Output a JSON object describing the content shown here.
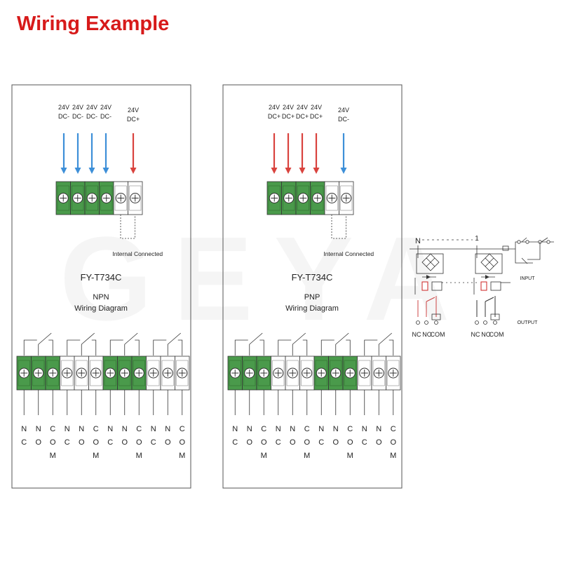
{
  "title": "Wiring Example",
  "watermark": "GEYA",
  "colors": {
    "green": "#4a9a4b",
    "blue": "#3d8fd8",
    "red": "#d9433e",
    "title": "#d71a1a"
  },
  "panels": [
    {
      "model": "FY-T734C",
      "type": "NPN",
      "subtitle": "Wiring Diagram",
      "internal": "Internal Connected",
      "inputs": [
        {
          "v": "24V",
          "pol": "DC-",
          "color": "blue"
        },
        {
          "v": "24V",
          "pol": "DC-",
          "color": "blue"
        },
        {
          "v": "24V",
          "pol": "DC-",
          "color": "blue"
        },
        {
          "v": "24V",
          "pol": "DC-",
          "color": "blue"
        },
        {
          "v": "24V",
          "pol": "DC+",
          "color": "red"
        }
      ],
      "outputs": [
        "NC",
        "NO",
        "COM",
        "NC",
        "NO",
        "COM",
        "NC",
        "NO",
        "COM",
        "NC",
        "NO",
        "COM"
      ]
    },
    {
      "model": "FY-T734C",
      "type": "PNP",
      "subtitle": "Wiring Diagram",
      "internal": "Internal Connected",
      "inputs": [
        {
          "v": "24V",
          "pol": "DC+",
          "color": "red"
        },
        {
          "v": "24V",
          "pol": "DC+",
          "color": "red"
        },
        {
          "v": "24V",
          "pol": "DC+",
          "color": "red"
        },
        {
          "v": "24V",
          "pol": "DC+",
          "color": "red"
        },
        {
          "v": "24V",
          "pol": "DC-",
          "color": "blue"
        }
      ],
      "outputs": [
        "NC",
        "NO",
        "COM",
        "NC",
        "NO",
        "COM",
        "NC",
        "NO",
        "COM",
        "NC",
        "NO",
        "COM"
      ]
    }
  ],
  "schematic": {
    "label_n": "N",
    "label_1": "1",
    "input_label": "INPUT",
    "output_label": "OUTPUT",
    "contacts": [
      "NC",
      "NO",
      "COM"
    ]
  }
}
